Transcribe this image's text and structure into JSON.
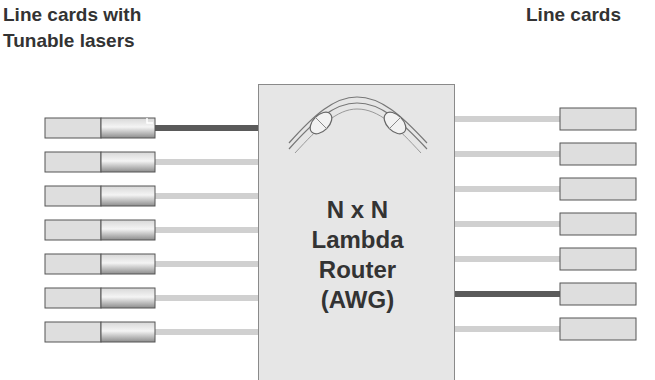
{
  "diagram": {
    "nodes": [
      {
        "text": [
          "N x N Lambda Router (AWG)"
        ]
      }
    ],
    "labels": [
      "Line cards with Tunable lasers",
      "Line cards"
    ]
  }
}
